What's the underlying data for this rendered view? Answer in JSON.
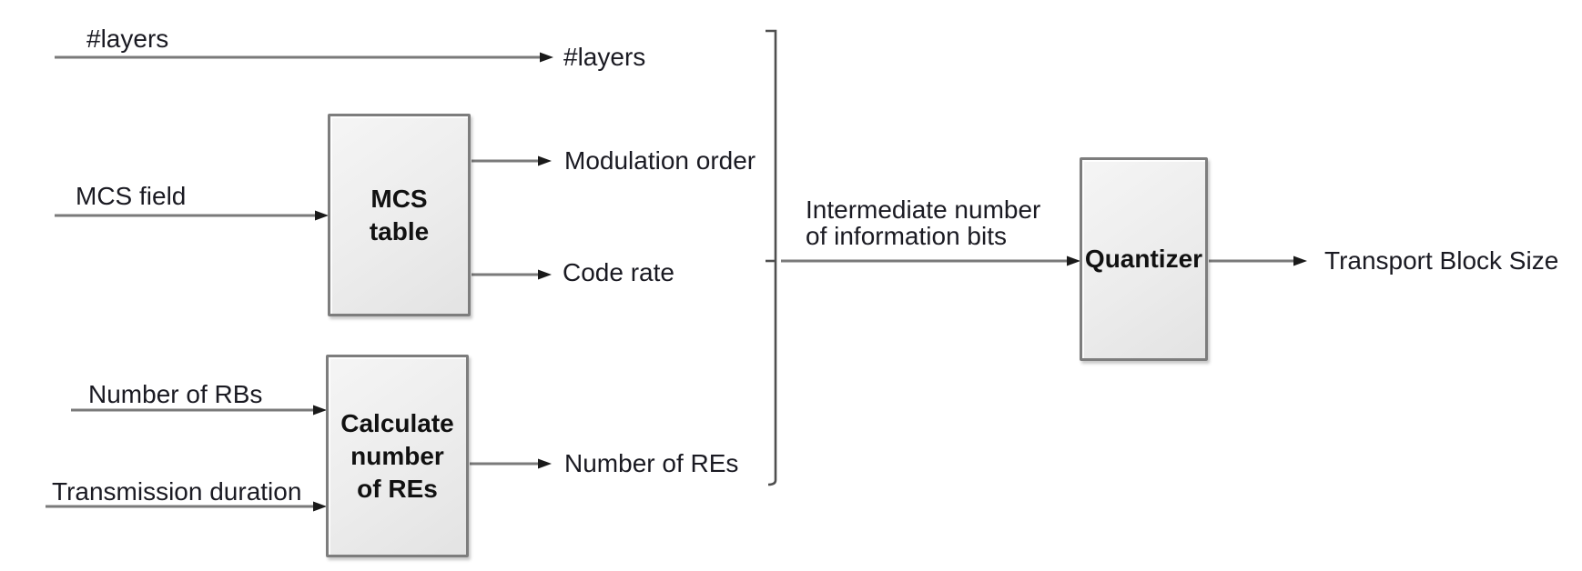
{
  "diagram": {
    "inputs": {
      "layers": "#layers",
      "mcs_field": "MCS field",
      "number_of_rbs": "Number of RBs",
      "transmission_duration": "Transmission duration"
    },
    "blocks": {
      "mcs_table": {
        "lines": [
          "MCS",
          "table"
        ]
      },
      "calc_res": {
        "lines": [
          "Calculate",
          "number",
          "of REs"
        ]
      },
      "quantizer": {
        "label": "Quantizer"
      }
    },
    "signals": {
      "layers": "#layers",
      "modulation_order": "Modulation order",
      "code_rate": "Code rate",
      "number_of_res": "Number of REs",
      "intermediate_line1": "Intermediate number",
      "intermediate_line2": "of information bits"
    },
    "output": {
      "transport_block_size": "Transport Block Size"
    },
    "colors": {
      "line": "#7a7a7a",
      "arrowhead": "#1a1a1a",
      "bracket": "#4f4f4f",
      "box-border": "#7d7d7d",
      "box-fill": "#ececec",
      "text": "#1a1a22"
    }
  }
}
